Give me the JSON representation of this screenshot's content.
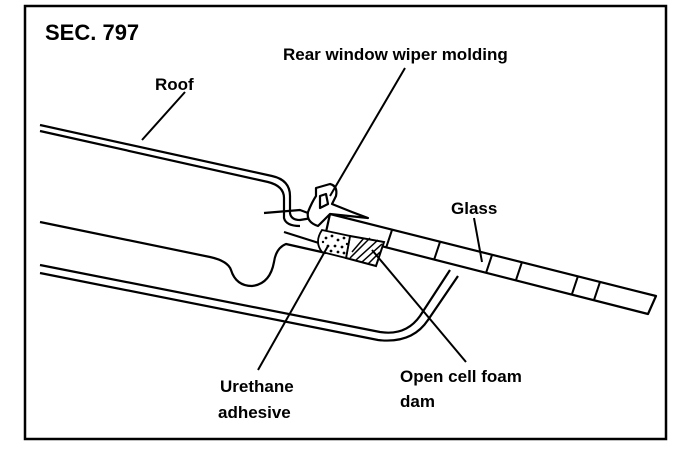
{
  "diagram": {
    "section": "SEC. 797",
    "labels": {
      "roof": "Roof",
      "molding": "Rear window wiper molding",
      "glass": "Glass",
      "urethane_line1": "Urethane",
      "urethane_line2": "adhesive",
      "foam_line1": "Open cell foam",
      "foam_line2": "dam"
    }
  }
}
